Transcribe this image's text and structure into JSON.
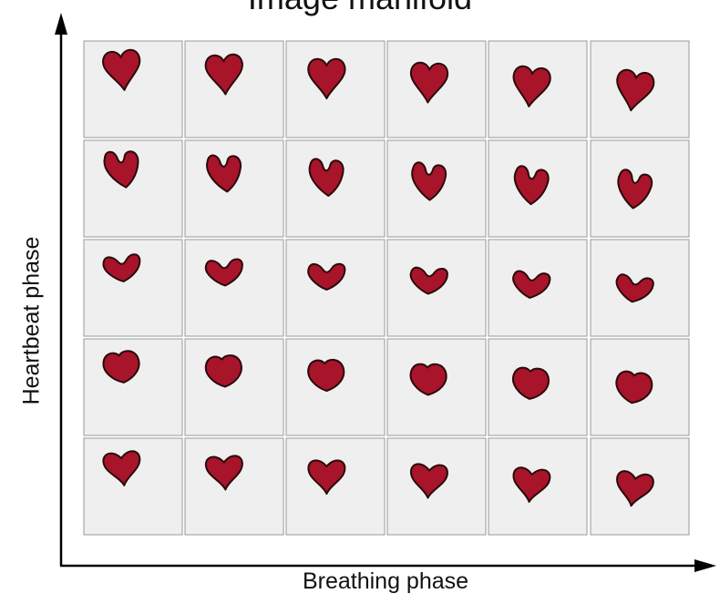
{
  "title": "Image manifold",
  "x_axis": {
    "label": "Breathing phase"
  },
  "y_axis": {
    "label": "Heartbeat phase"
  },
  "grid": {
    "rows": 5,
    "columns": 6,
    "row_shapes": [
      "pointed-heart",
      "notched-heart",
      "flat-v-heart",
      "round-blob-heart",
      "classic-heart"
    ]
  },
  "colors": {
    "heart_fill": "#a8142a",
    "heart_stroke": "#2a0a0a",
    "cell_fill": "#efefef",
    "cell_border": "#9a9a9a",
    "axis": "#000000"
  }
}
